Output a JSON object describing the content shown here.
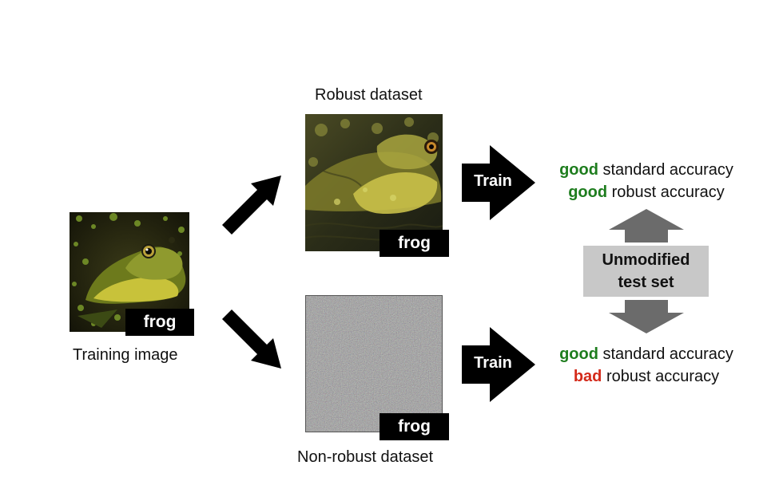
{
  "labels": {
    "training_image": "Training image",
    "robust_dataset": "Robust dataset",
    "nonrobust_dataset": "Non-robust dataset",
    "class_tag": "frog"
  },
  "train": {
    "label": "Train"
  },
  "results": {
    "top": {
      "line1_q": "good",
      "line1_rest": " standard accuracy",
      "line2_q": "good",
      "line2_rest": " robust accuracy"
    },
    "bottom": {
      "line1_q": "good",
      "line1_rest": " standard accuracy",
      "line2_q": "bad",
      "line2_rest": " robust accuracy"
    }
  },
  "test_set": {
    "line1": "Unmodified",
    "line2": "test set"
  },
  "colors": {
    "good": "#1e7d1e",
    "bad": "#d42a1a",
    "arrow": "#000000",
    "gray_arrow": "#6b6b6b",
    "test_box": "#c8c8c8"
  }
}
